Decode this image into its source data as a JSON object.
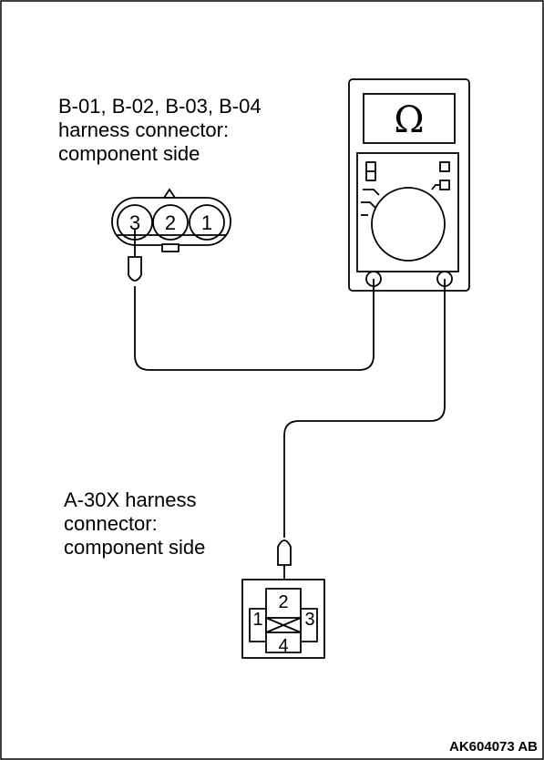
{
  "diagram": {
    "upper_connector": {
      "label_lines": [
        "B-01, B-02, B-03, B-04",
        "harness connector:",
        "component side"
      ],
      "pins": [
        "3",
        "2",
        "1"
      ]
    },
    "lower_connector": {
      "label_lines": [
        "A-30X harness",
        "connector:",
        "component side"
      ],
      "pins": [
        "2",
        "1",
        "3",
        "4"
      ]
    },
    "meter": {
      "display_symbol": "Ω"
    },
    "figure_code": "AK604073 AB"
  }
}
